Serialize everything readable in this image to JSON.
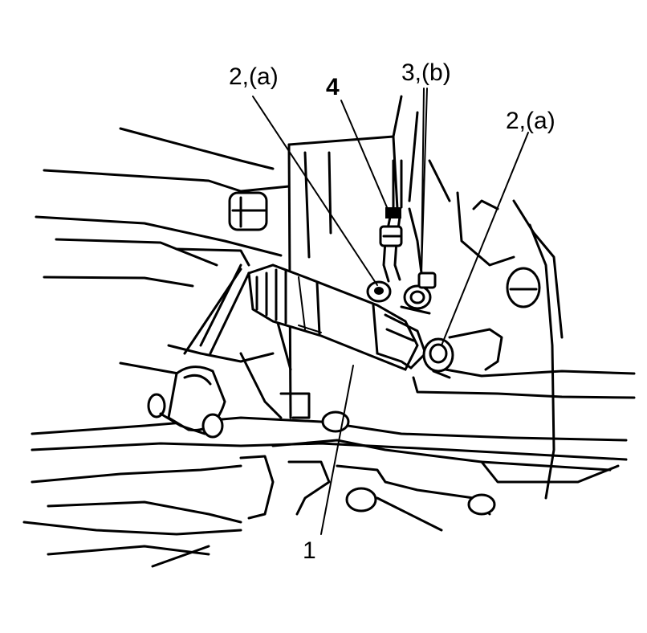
{
  "callouts": {
    "bolt_left": "2,(a)",
    "hose": "4",
    "union_bolt": "3,(b)",
    "bolt_right": "2,(a)",
    "cylinder": "1"
  },
  "colors": {
    "ink": "#000000",
    "paper": "#ffffff"
  }
}
